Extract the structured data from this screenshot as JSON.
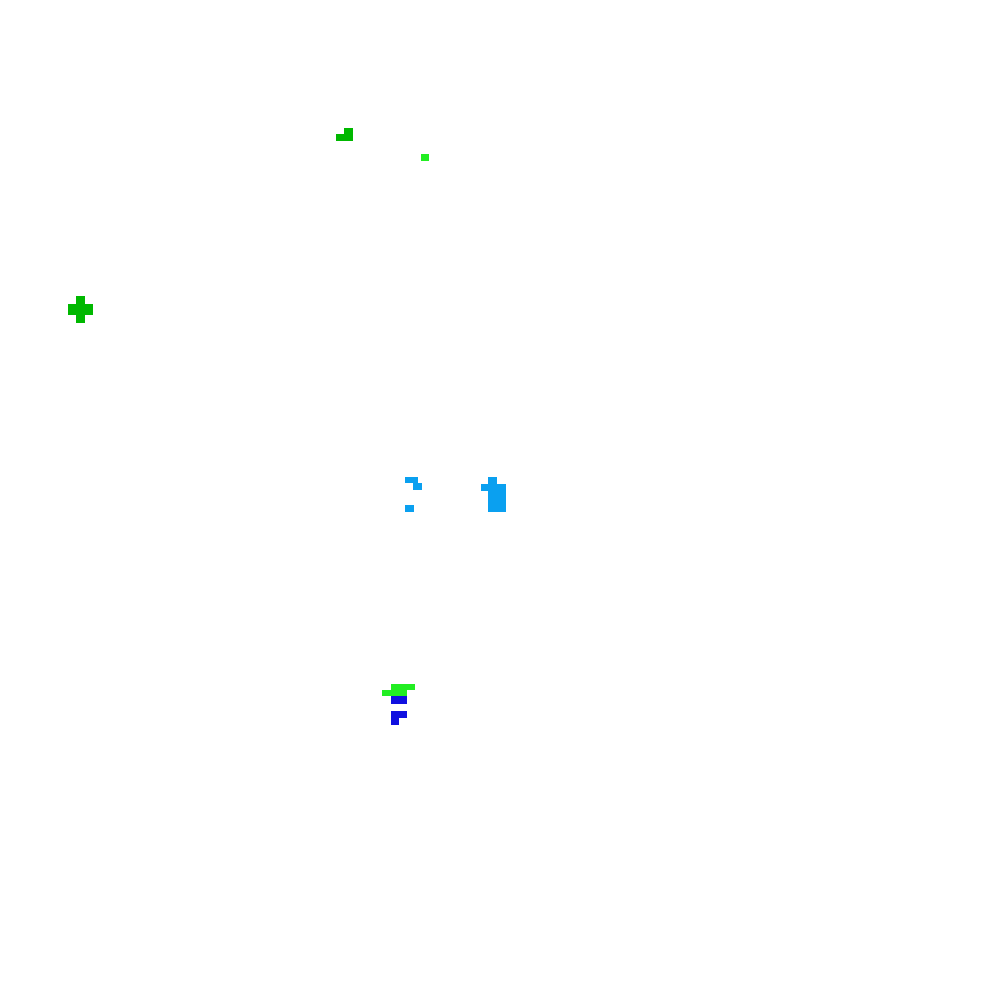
{
  "scene": {
    "background": "#ffffff",
    "entities": [
      {
        "name": "green-sprite-top-left",
        "color": "#00b800"
      },
      {
        "name": "green-dot-top",
        "color": "#22ee22"
      },
      {
        "name": "green-plus-sprite",
        "color": "#00b800"
      },
      {
        "name": "blue-sprite-left",
        "color": "#0aa0f0"
      },
      {
        "name": "blue-sprite-right",
        "color": "#0aa0f0"
      },
      {
        "name": "green-bar-sprite",
        "color": "#22ee22"
      },
      {
        "name": "navy-sprite-upper",
        "color": "#1010e0"
      },
      {
        "name": "navy-sprite-lower",
        "color": "#1010e0"
      }
    ]
  }
}
